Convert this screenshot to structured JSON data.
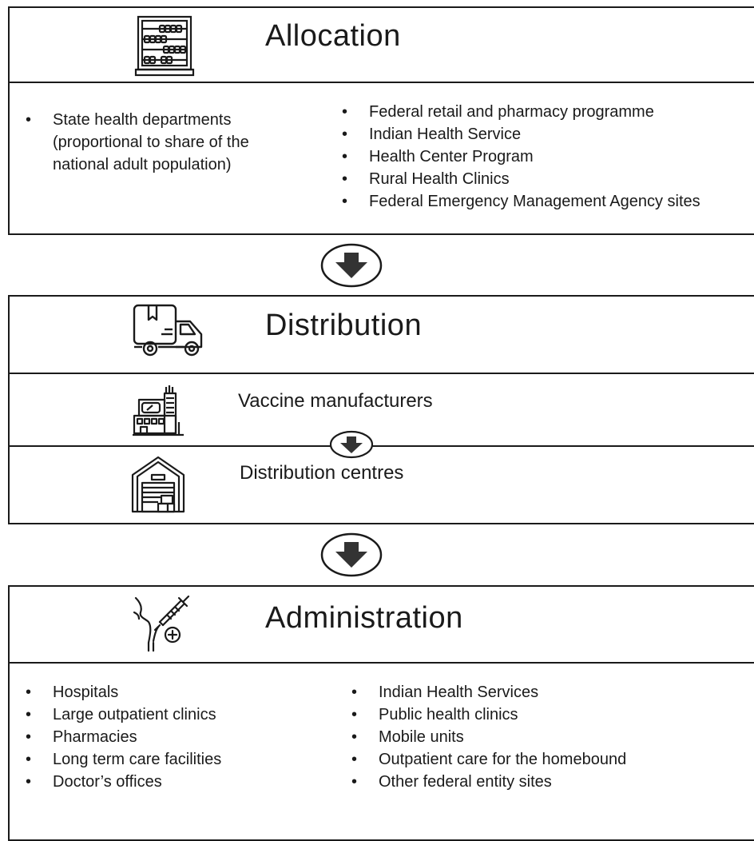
{
  "allocation": {
    "title": "Allocation",
    "left_items": [
      "State health departments (proportional to share of the national adult population)"
    ],
    "right_items": [
      "Federal retail and pharmacy programme",
      "Indian Health Service",
      "Health Center Program",
      "Rural Health Clinics",
      "Federal Emergency Management Agency sites"
    ]
  },
  "distribution": {
    "title": "Distribution",
    "manufacturers": "Vaccine manufacturers",
    "centres": "Distribution centres"
  },
  "administration": {
    "title": "Administration",
    "left_items": [
      "Hospitals",
      "Large outpatient clinics",
      "Pharmacies",
      "Long term care facilities",
      "Doctor’s offices"
    ],
    "right_items": [
      "Indian Health Services",
      "Public health clinics",
      "Mobile units",
      "Outpatient care for the homebound",
      "Other federal entity sites"
    ]
  },
  "icons": {
    "allocation": "abacus-icon",
    "distribution": "delivery-truck-icon",
    "manufacturers": "factory-icon",
    "centres": "warehouse-icon",
    "administration": "vaccine-injection-icon",
    "flow": "down-arrow-circle-icon"
  }
}
